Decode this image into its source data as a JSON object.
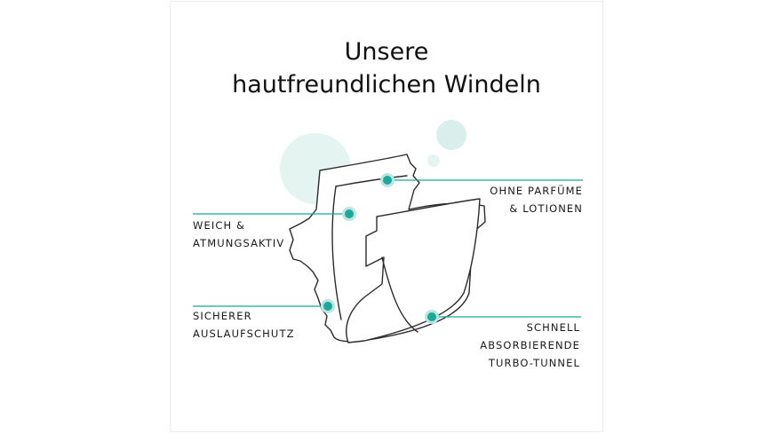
{
  "title": {
    "line1": "Unsere",
    "line2": "hautfreundlichen Windeln"
  },
  "callouts": [
    {
      "id": "ohne-parfume",
      "lines": [
        "OHNE PARFÜME",
        "& LOTIONEN"
      ]
    },
    {
      "id": "weich",
      "lines": [
        "WEICH &",
        "ATMUNGSAKTIV"
      ]
    },
    {
      "id": "sicherer",
      "lines": [
        "SICHERER",
        "AUSLAUFSCHUTZ"
      ]
    },
    {
      "id": "schnell",
      "lines": [
        "SCHNELL",
        "ABSORBIERENDE",
        "TURBO-TUNNEL"
      ]
    }
  ],
  "colors": {
    "accent": "#1aa99a",
    "accent_light": "#b9e6df",
    "bubble": "#e3f4f1",
    "outline": "#2b2b2b"
  },
  "icons": [
    "diaper-illustration",
    "bubble-decoration",
    "callout-dot"
  ]
}
